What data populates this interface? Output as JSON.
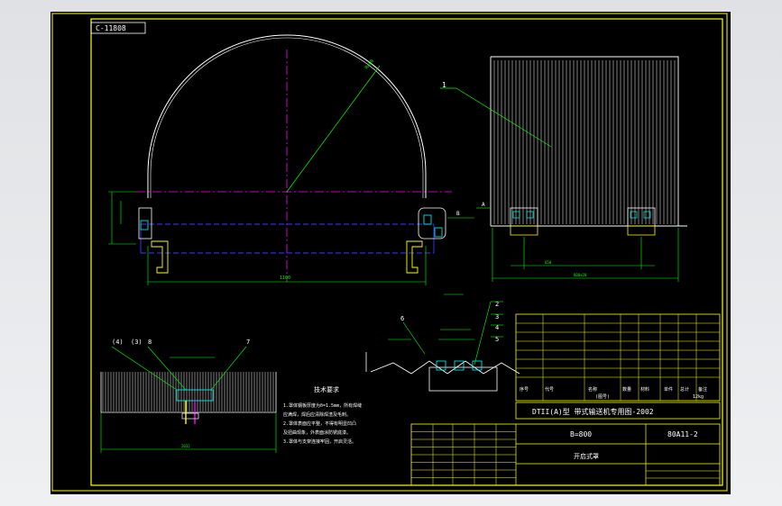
{
  "drawing": {
    "drawing_code": "C-11808",
    "title_block": {
      "project_title": "DTII(A)型 带式输送机专用图-2002",
      "width_label": "B=800",
      "drawing_number": "80A11-2",
      "part_name": "开启式罩",
      "weight_label": "12kg",
      "material_text": "(图号)",
      "header_cells": [
        "序号",
        "代号",
        "名称",
        "数量",
        "材料",
        "单件",
        "总计",
        "备注"
      ]
    },
    "notes_title": "技术要求",
    "notes_lines": [
      "1.罩体钢板厚度为δ=1.5mm，所有焊缝",
      "  应满焊，焊后应清除焊渣及毛刺。",
      "2.罩体表面应平整，不得有明显凹凸",
      "  及扭曲现象，外表面涂防锈底漆。",
      "3.罩体与支架连接牢固，开启灵活。"
    ],
    "callouts": {
      "main_leader": "1",
      "detail_left": [
        "(4)",
        "(3)",
        "8",
        "7"
      ],
      "detail_right": [
        "6",
        "2",
        "3",
        "4",
        "5"
      ],
      "section_marks": [
        "B",
        "A"
      ]
    },
    "dimensions": {
      "arc_radius_label": "R400",
      "span_width": "1100",
      "detail_width": "2032",
      "right_view_width": "800±20",
      "right_view_inner": "650"
    }
  },
  "colors": {
    "background": "#000000",
    "frame": "#ffff00",
    "outline": "#ffffff",
    "centerline": "#ff00ff",
    "dimension": "#00ff00",
    "hidden": "#3b3bff",
    "accent": "#00ffff"
  }
}
